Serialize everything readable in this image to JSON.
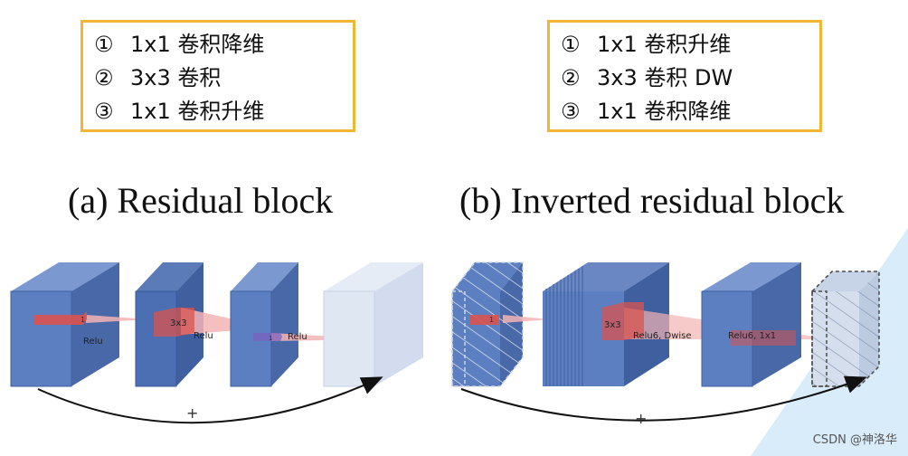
{
  "residual_legend": [
    {
      "num": "①",
      "text": "1x1 卷积降维"
    },
    {
      "num": "②",
      "text": "3x3 卷积"
    },
    {
      "num": "③",
      "text": "1x1 卷积升维"
    }
  ],
  "inverted_legend": [
    {
      "num": "①",
      "text": "1x1 卷积升维"
    },
    {
      "num": "②",
      "text": "3x3 卷积 DW"
    },
    {
      "num": "③",
      "text": "1x1 卷积降维"
    }
  ],
  "captions": {
    "residual": "(a) Residual block",
    "inverted": "(b) Inverted residual block"
  },
  "residual_diagram": {
    "labels": {
      "k1": "1",
      "k2": "3x3",
      "k3": "1",
      "relu1": "Relu",
      "relu2": "Relu",
      "relu3": "Relu",
      "plus": "+"
    }
  },
  "inverted_diagram": {
    "labels": {
      "k1": "1",
      "k2": "3x3",
      "relu1": "Relu6, Dwise",
      "relu2": "Relu6, 1x1",
      "plus": "+"
    }
  },
  "watermark": "CSDN @神洛华",
  "colors": {
    "block_front": "#5b7fc0",
    "block_top": "#7b98d0",
    "block_side": "#4868a8",
    "faded_block": "#dfe7f3",
    "kernel_red": "#d9534f",
    "ray_pink": "#f4b4b4",
    "border_yellow": "#f2b632"
  }
}
